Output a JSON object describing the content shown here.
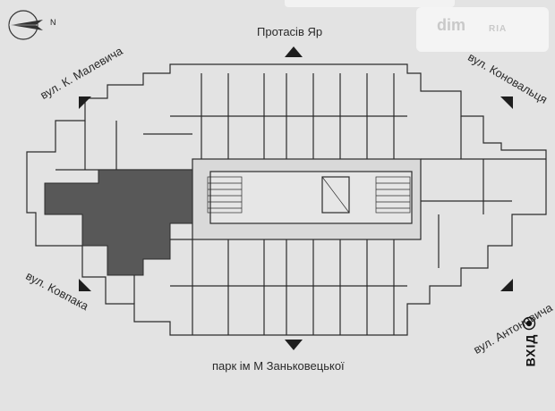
{
  "compass": {
    "letter": "N"
  },
  "watermark": {
    "brand": "dim",
    "sub": "RIA"
  },
  "streets": {
    "top": "Протасів Яр",
    "bottom": "парк ім  М  Заньковецької",
    "top_left": "вул. К. Малевича",
    "top_right": "вул. Коновальця",
    "bottom_left": "вул. Ковпака",
    "bottom_right": "вул. Антоновича"
  },
  "entrance": {
    "label": "ВХІД"
  },
  "colors": {
    "background": "#e3e3e3",
    "wall": "#2b2b2b",
    "highlight": "#555555",
    "floor": "#dcdcdc"
  }
}
